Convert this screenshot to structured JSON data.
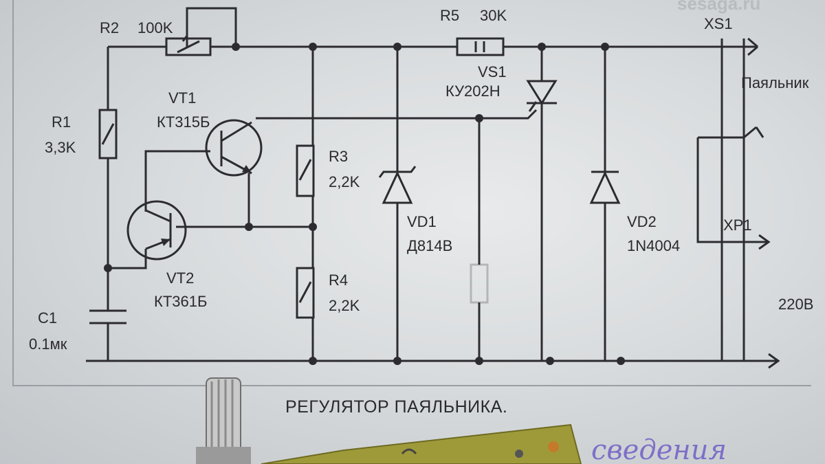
{
  "watermark": "sesaga.ru",
  "caption": "РЕГУЛЯТОР ПАЯЛЬНИКА.",
  "labels": {
    "r2_name": "R2",
    "r2_value": "100K",
    "r5_name": "R5",
    "r5_value": "30K",
    "xs1": "XS1",
    "soldering_iron": "Паяльник",
    "vs1_name": "VS1",
    "vs1_part": "КУ202Н",
    "r1_name": "R1",
    "r1_value": "3,3K",
    "vt1_name": "VT1",
    "vt1_part": "КТ315Б",
    "r3_name": "R3",
    "r3_value": "2,2K",
    "vd1_name": "VD1",
    "vd1_part": "Д814В",
    "vd2_name": "VD2",
    "vd2_part": "1N4004",
    "xp1": "XP1",
    "vt2_name": "VT2",
    "vt2_part": "КТ361Б",
    "r4_name": "R4",
    "r4_value": "2,2K",
    "c1_name": "C1",
    "c1_value": "0.1мк",
    "mains": "220В"
  },
  "handwriting": "сведения",
  "colors": {
    "ink": "#2c2c30",
    "paper": "#dfe1e2",
    "pcb": "#9e9a3a",
    "pen": "#7d6fc8"
  }
}
